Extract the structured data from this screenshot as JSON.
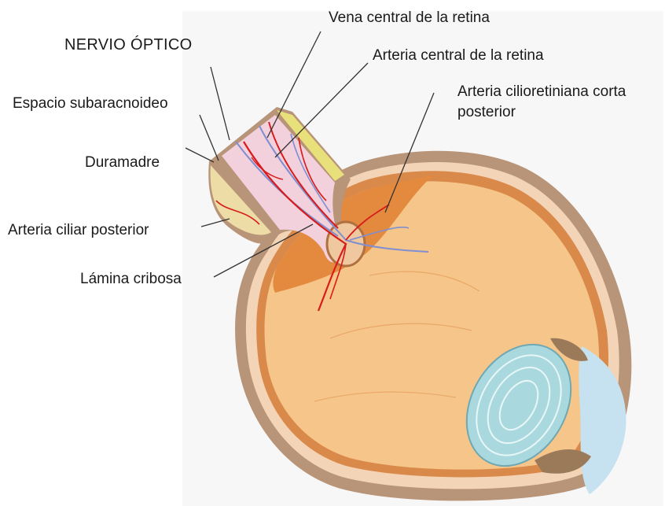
{
  "labels": {
    "vena_central": "Vena central de la retina",
    "nervio_optico": "NERVIO ÓPTICO",
    "arteria_central": "Arteria central de la retina",
    "espacio_subaracnoideo": "Espacio subaracnoideo",
    "arteria_cilioretiniana_line1": "Arteria cilioretiniana corta",
    "arteria_cilioretiniana_line2": "posterior",
    "duramadre": "Duramadre",
    "arteria_ciliar_posterior": "Arteria ciliar posterior",
    "lamina_cribosa": "Lámina cribosa"
  },
  "colors": {
    "outer_sclera": "#b89478",
    "sclera_band": "#f3d4b6",
    "choroid": "#d98a4a",
    "vitreous": "#f6c58a",
    "posterior_retina": "#e38a3e",
    "nerve": "#f2d0dc",
    "dura_yellow": "#e8e07a",
    "cornea": "#c6e2f0",
    "lens": "#a9d9de",
    "iris": "#9b7a5a",
    "artery": "#d71c1c",
    "vein": "#7f8fd0",
    "leader_line": "#333333"
  }
}
